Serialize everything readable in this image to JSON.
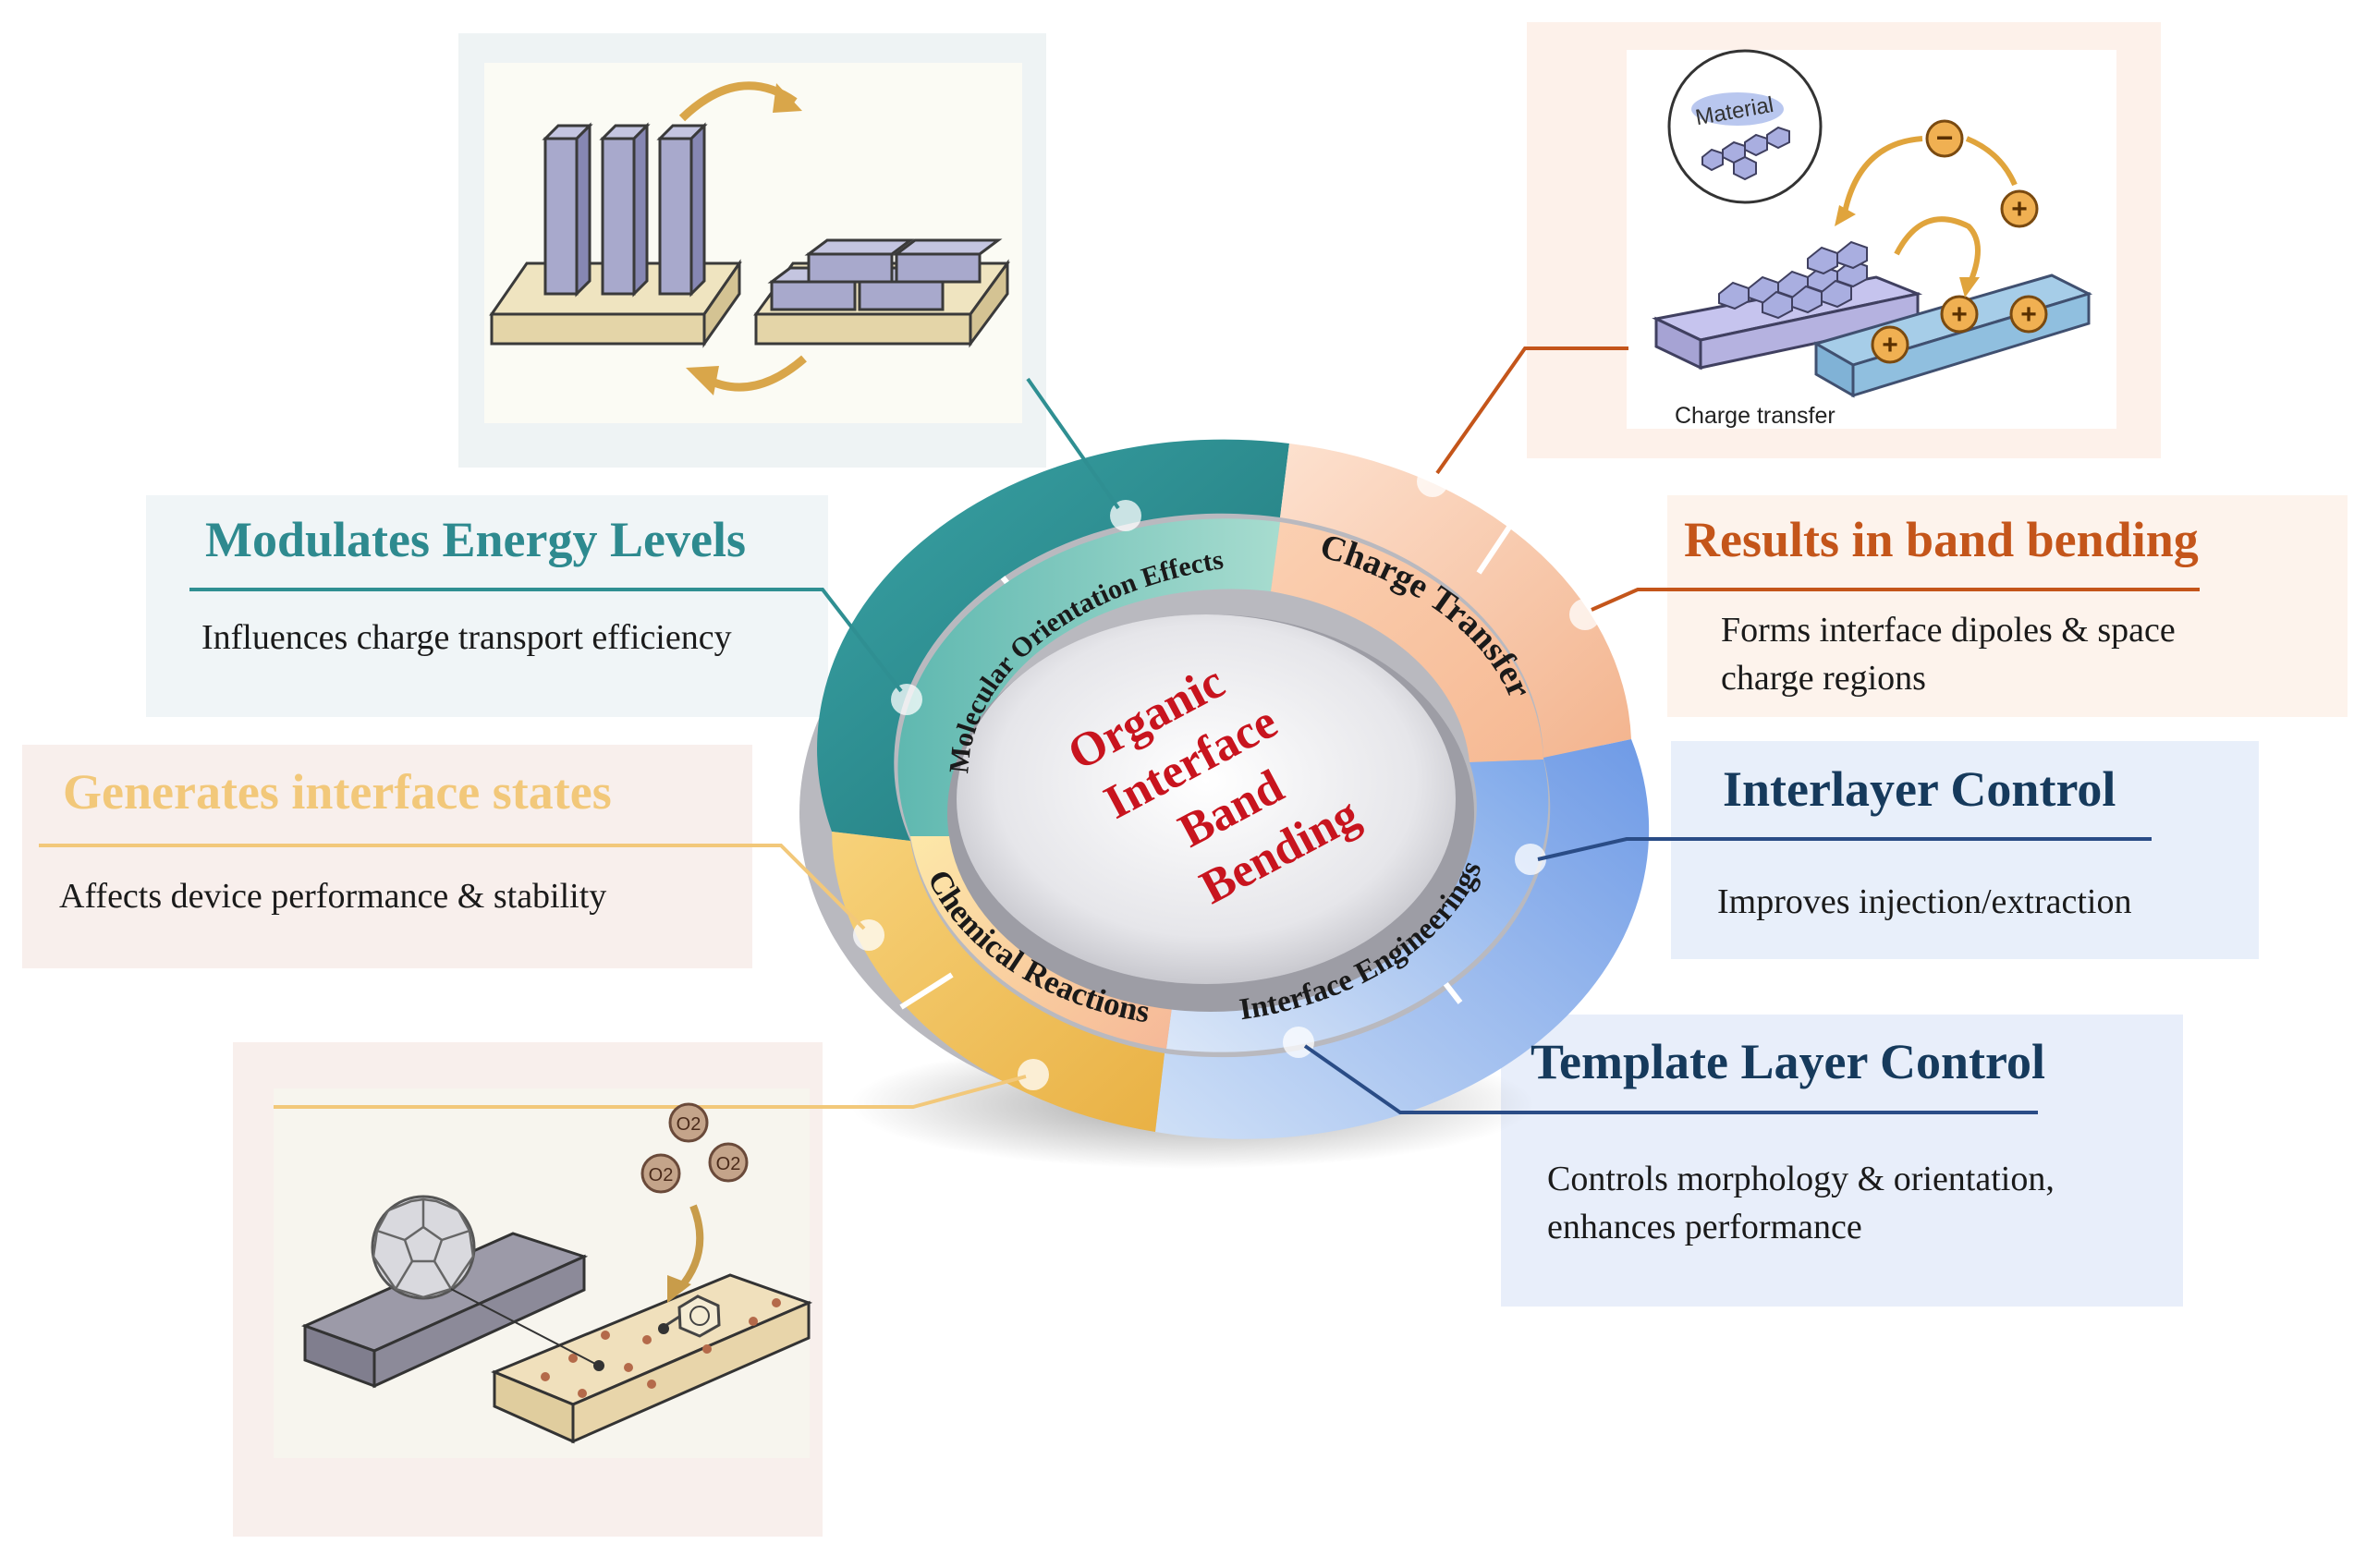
{
  "center": {
    "lines": [
      "Organic",
      "Interface",
      "Band",
      "Bending"
    ]
  },
  "ring_labels": {
    "molecular": "Molecular Orientation Effects",
    "charge": "Charge Transfer",
    "interface": "Interface Engineerings",
    "chemical": "Chemical Reactions"
  },
  "callouts": {
    "modulates": {
      "title": "Modulates Energy Levels",
      "body": "Influences charge transport efficiency"
    },
    "generates": {
      "title": "Generates interface states",
      "body": "Affects device performance & stability"
    },
    "results": {
      "title": "Results in band bending",
      "body_line1": "Forms interface dipoles & space",
      "body_line2": "charge regions"
    },
    "interlayer": {
      "title": "Interlayer Control",
      "body": "Improves injection/extraction"
    },
    "template": {
      "title": "Template Layer Control",
      "body_line1": "Controls morphology & orientation,",
      "body_line2": "enhances performance"
    }
  },
  "illustrations": {
    "charge_transfer": {
      "material_label": "Material",
      "caption": "Charge transfer"
    },
    "oxygen_label": "O2"
  },
  "colors": {
    "teal": "#2f8f92",
    "peach": "#f7c5a5",
    "blue": "#8cb4ec",
    "gold": "#f3c76a",
    "title_teal": "#2e8a8f",
    "title_gold": "#f2c87a",
    "title_orange": "#c4551a",
    "title_navy": "#163a5c",
    "center_red": "#c8141e"
  }
}
